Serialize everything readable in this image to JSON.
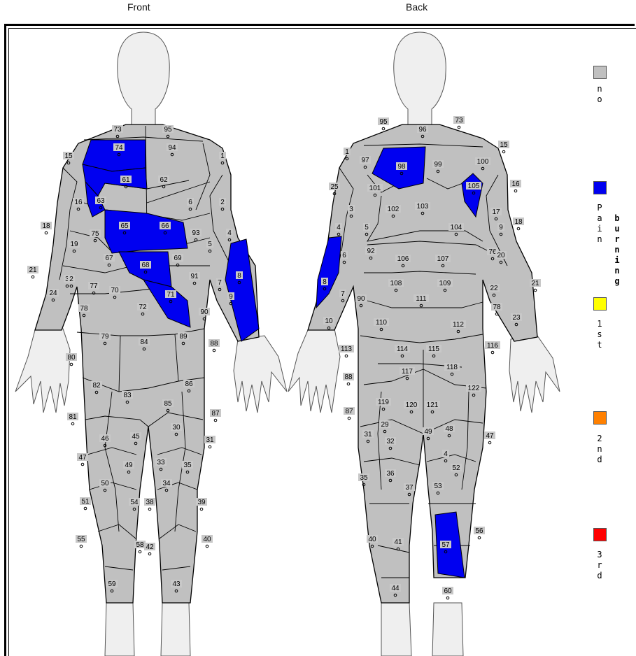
{
  "views": {
    "front_title": "Front",
    "back_title": "Back"
  },
  "legend": {
    "no": {
      "text": "no",
      "color": "#c0c0c0"
    },
    "pain": {
      "text": "Pain",
      "color": "#0000f0"
    },
    "burning": {
      "text": "burning"
    },
    "first": {
      "text": "1st",
      "color": "#ffff00"
    },
    "second": {
      "text": "2nd",
      "color": "#ff8000"
    },
    "third": {
      "text": "3rd",
      "color": "#ff0000"
    }
  },
  "colors": {
    "region_default": "#c0c0c0",
    "region_selected": "#0000f0",
    "skin": "#efefef",
    "outline": "#000000"
  },
  "front_labels": [
    "73",
    "95",
    "74",
    "94",
    "15",
    "1",
    "61",
    "62",
    "16",
    "63",
    "6",
    "2",
    "18",
    "65",
    "66",
    "75",
    "93",
    "4",
    "19",
    "3",
    "5",
    "67",
    "68",
    "69",
    "21",
    "2",
    "77",
    "91",
    "8",
    "24",
    "70",
    "7",
    "78",
    "71",
    "9",
    "72",
    "90",
    "79",
    "84",
    "89",
    "88",
    "80",
    "82",
    "86",
    "83",
    "85",
    "81",
    "87",
    "30",
    "46",
    "45",
    "31",
    "47",
    "49",
    "33",
    "35",
    "50",
    "34",
    "51",
    "54",
    "38",
    "39",
    "55",
    "58",
    "42",
    "40",
    "59",
    "43"
  ],
  "back_labels": [
    "95",
    "73",
    "96",
    "15",
    "1",
    "97",
    "98",
    "99",
    "100",
    "25",
    "101",
    "105",
    "16",
    "3",
    "102",
    "103",
    "17",
    "18",
    "4",
    "5",
    "104",
    "9",
    "92",
    "106",
    "107",
    "76",
    "20",
    "6",
    "108",
    "109",
    "21",
    "8",
    "90",
    "7",
    "111",
    "22",
    "78",
    "10",
    "110",
    "112",
    "23",
    "113",
    "114",
    "115",
    "116",
    "117",
    "118",
    "88",
    "122",
    "119",
    "120",
    "121",
    "87",
    "29",
    "48",
    "31",
    "32",
    "49",
    "47",
    "4",
    "52",
    "35",
    "36",
    "37",
    "53",
    "57",
    "56",
    "40",
    "41",
    "44",
    "60"
  ],
  "selected_front": [
    "74",
    "61",
    "63",
    "65",
    "66",
    "68",
    "71",
    "8",
    "9"
  ],
  "selected_back": [
    "98",
    "105",
    "8",
    "57"
  ]
}
